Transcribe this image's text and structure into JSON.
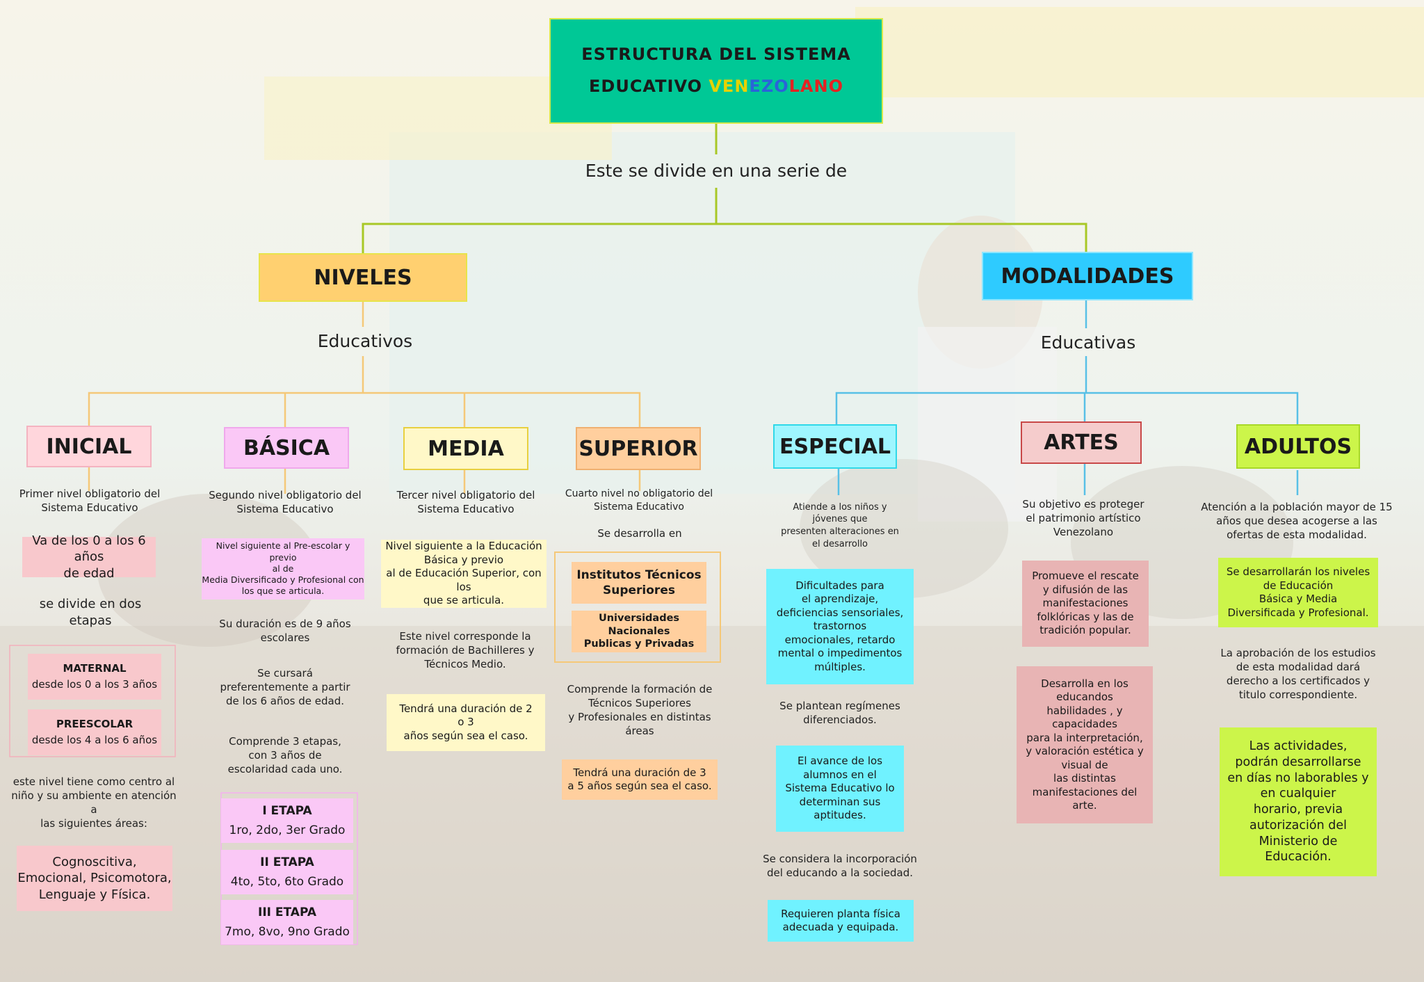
{
  "title": {
    "line1": "ESTRUCTURA DEL SISTEMA",
    "line2_prefix": "EDUCATIVO ",
    "line2_parts": [
      {
        "text": "VEN",
        "color": "#e6d200"
      },
      {
        "text": "EZO",
        "color": "#2a64d8"
      },
      {
        "text": "LANO",
        "color": "#e52222"
      }
    ]
  },
  "connector_text": "Este se divide en una serie de",
  "niveles": {
    "label": "NIVELES",
    "sub": "Educativos",
    "inicial": {
      "label": "INICIAL",
      "desc": "Primer nivel obligatorio del\nSistema Educativo",
      "age": "Va de los 0 a los 6 años\nde edad",
      "divide": "se divide en dos\netapas",
      "maternal_title": "MATERNAL",
      "maternal_text": "desde los 0 a los 3 años",
      "preescolar_title": "PREESCOLAR",
      "preescolar_text": "desde los 4 a los 6 años",
      "centro": "este nivel tiene como centro al\nniño y su ambiente en atención a\nlas siguientes áreas:",
      "areas": "Cognoscitiva,\nEmocional, Psicomotora,\nLenguaje y Física."
    },
    "basica": {
      "label": "BÁSICA",
      "desc": "Segundo nivel obligatorio del\nSistema Educativo",
      "siguiente": "Nivel siguiente al Pre-escolar y previo\nal de\nMedia Diversificado y Profesional con\nlos que se articula.",
      "duracion": "Su duración es de 9 años\nescolares",
      "cursara": "Se cursará\npreferentemente a partir\nde los 6 años de edad.",
      "comprende": "Comprende 3 etapas,\ncon 3 años de\nescolaridad cada uno.",
      "etapa1_title": "I ETAPA",
      "etapa1_text": "1ro, 2do, 3er Grado",
      "etapa2_title": "II ETAPA",
      "etapa2_text": "4to, 5to, 6to Grado",
      "etapa3_title": "III ETAPA",
      "etapa3_text": "7mo, 8vo, 9no Grado"
    },
    "media": {
      "label": "MEDIA",
      "desc": "Tercer nivel obligatorio del\nSistema Educativo",
      "siguiente": "Nivel siguiente a la Educación\nBásica y previo\nal de Educación Superior, con los\nque se articula.",
      "corresponde": "Este nivel corresponde la\nformación de Bachilleres y\nTécnicos Medio.",
      "duracion": "Tendrá una duración de 2\no 3\naños según sea el caso."
    },
    "superior": {
      "label": "SUPERIOR",
      "desc": "Cuarto nivel no obligatorio del\nSistema Educativo",
      "desarrolla": "Se desarrolla en",
      "institutos": "Institutos Técnicos\nSuperiores",
      "universidades": "Universidades Nacionales\nPublicas y Privadas",
      "comprende": "Comprende la formación de\nTécnicos Superiores\ny Profesionales en distintas\náreas",
      "duracion": "Tendrá una duración de 3\na 5 años según sea el caso."
    }
  },
  "modalidades": {
    "label": "MODALIDADES",
    "sub": "Educativas",
    "especial": {
      "label": "ESPECIAL",
      "atiende": "Atiende a los niños y\njóvenes que\npresenten alteraciones en\nel desarrollo",
      "dificultades": "Dificultades para\nel aprendizaje,\ndeficiencias sensoriales,\ntrastornos\nemocionales, retardo\nmental o impedimentos\nmúltiples.",
      "regimenes": "Se plantean regímenes\ndiferenciados.",
      "avance": "El avance de los\nalumnos en el\nSistema Educativo lo\ndeterminan sus\naptitudes.",
      "incorporacion": "Se considera la incorporación\ndel educando a la sociedad.",
      "planta": "Requieren planta física\nadecuada y equipada."
    },
    "artes": {
      "label": "ARTES",
      "objetivo": "Su objetivo es proteger\nel patrimonio artístico\nVenezolano",
      "promueve": "Promueve el rescate\ny difusión de las\nmanifestaciones\nfolklóricas y las de\ntradición popular.",
      "desarrolla": "Desarrolla en los\neducandos\nhabilidades , y\ncapacidades\npara la interpretación,\ny valoración estética y\nvisual de\nlas distintas\nmanifestaciones del\narte."
    },
    "adultos": {
      "label": "ADULTOS",
      "atencion": "Atención a la población mayor de 15\naños que desea acogerse a las\nofertas de esta modalidad.",
      "niveles": "Se desarrollarán los niveles\nde Educación\nBásica y Media\nDiversificada y Profesional.",
      "aprobacion": "La aprobación de los estudios\nde esta modalidad dará\nderecho a los certificados y\ntitulo correspondiente.",
      "actividades": "Las actividades,\npodrán desarrollarse\nen días no laborables y\nen cualquier\nhorario, previa\nautorización del\nMinisterio de\nEducación."
    }
  },
  "colors": {
    "title_bg": "#00c896",
    "niveles_bg": "#ffd070",
    "modalidades_bg": "#2ecbff",
    "inicial_bg": "#ffd6dc",
    "basica_bg": "#fac8f6",
    "media_bg": "#fff8c8",
    "superior_bg": "#ffcf9e",
    "especial_bg": "#9ff6ff",
    "artes_bg": "#f5cccc",
    "adultos_bg": "#ccf54a",
    "line_green": "#a8c826",
    "line_orange": "#f5c878",
    "line_blue": "#58c0e6"
  }
}
